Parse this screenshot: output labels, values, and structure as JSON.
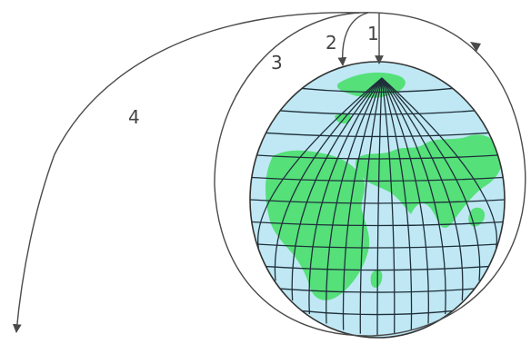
{
  "colors": {
    "ocean": "#bfe8f4",
    "land": "#55e07a",
    "grid": "#1f2f3a",
    "outline": "#333333",
    "trajectory": "#4a4a4a",
    "label": "#444444"
  },
  "trajectories": [
    {
      "label": "1"
    },
    {
      "label": "2"
    },
    {
      "label": "3"
    },
    {
      "label": "4"
    }
  ]
}
